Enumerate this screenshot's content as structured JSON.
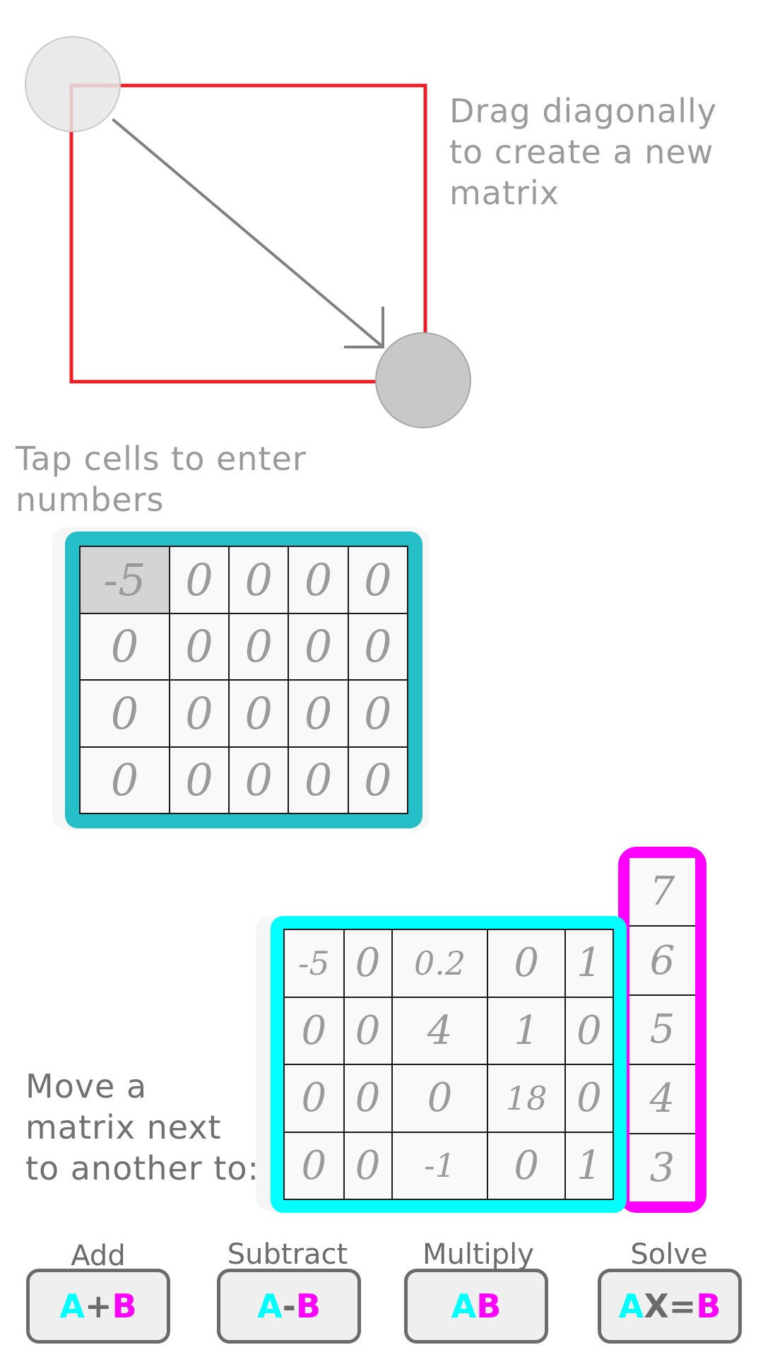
{
  "hints": {
    "drag": "Drag diagonally to create a new matrix",
    "tap": "Tap cells to enter numbers",
    "move": "Move a matrix next to another to:"
  },
  "entry_matrix": {
    "rows": [
      [
        "-5",
        "0",
        "0",
        "0",
        "0"
      ],
      [
        "0",
        "0",
        "0",
        "0",
        "0"
      ],
      [
        "0",
        "0",
        "0",
        "0",
        "0"
      ],
      [
        "0",
        "0",
        "0",
        "0",
        "0"
      ]
    ]
  },
  "matrix_a": {
    "rows": [
      [
        "-5",
        "0",
        "0.2",
        "0",
        "1"
      ],
      [
        "0",
        "0",
        "4",
        "1",
        "0"
      ],
      [
        "0",
        "0",
        "0",
        "18",
        "0"
      ],
      [
        "0",
        "0",
        "-1",
        "0",
        "1"
      ]
    ]
  },
  "matrix_b": {
    "rows": [
      "7",
      "6",
      "5",
      "4",
      "3"
    ]
  },
  "operations": [
    {
      "label": "Add",
      "a": "A",
      "op": "+",
      "b": "B"
    },
    {
      "label": "Subtract",
      "a": "A",
      "op": "-",
      "b": "B"
    },
    {
      "label": "Multiply",
      "a": "A",
      "op": "",
      "b": "B"
    },
    {
      "label": "Solve",
      "a": "A",
      "op": "X=",
      "b": "B"
    }
  ],
  "colors": {
    "matrix_a": "#00ffff",
    "matrix_b": "#ff00ff",
    "entry_matrix_border": "#26bfc9",
    "selection_rect": "#ee1c24"
  },
  "icons": {
    "drag_start_handle": "circle-handle",
    "drag_end_handle": "circle-handle",
    "drag_arrow": "diagonal-arrow"
  }
}
